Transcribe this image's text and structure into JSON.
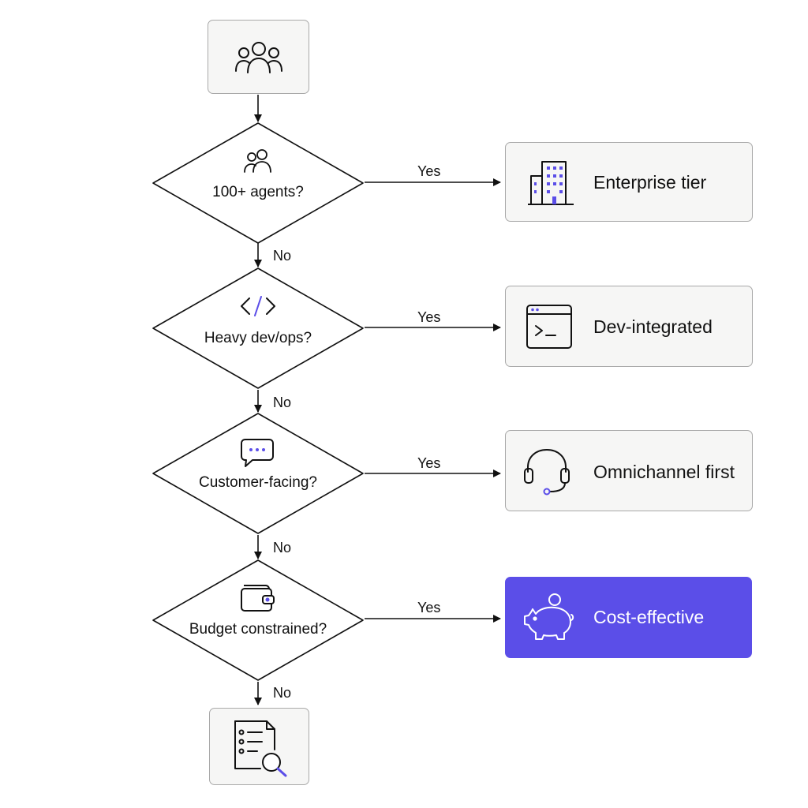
{
  "colors": {
    "accent": "#5b4ee8",
    "stroke": "#111111",
    "box_bg": "#f6f6f5",
    "box_border": "#a9a9a9"
  },
  "start": {
    "icon": "users-group-icon"
  },
  "decisions": [
    {
      "question": "100+ agents?",
      "icon": "users-icon",
      "yes_label": "Yes",
      "no_label": "No",
      "outcome": {
        "label": "Enterprise tier",
        "icon": "building-icon",
        "highlighted": false
      }
    },
    {
      "question": "Heavy dev/ops?",
      "icon": "code-icon",
      "yes_label": "Yes",
      "no_label": "No",
      "outcome": {
        "label": "Dev-integrated",
        "icon": "terminal-icon",
        "highlighted": false
      }
    },
    {
      "question": "Customer-facing?",
      "icon": "chat-bubble-icon",
      "yes_label": "Yes",
      "no_label": "No",
      "outcome": {
        "label": "Omnichannel first",
        "icon": "headset-icon",
        "highlighted": false
      }
    },
    {
      "question": "Budget constrained?",
      "icon": "wallet-icon",
      "yes_label": "Yes",
      "no_label": "No",
      "outcome": {
        "label": "Cost-effective",
        "icon": "piggy-bank-icon",
        "highlighted": true
      }
    }
  ],
  "end": {
    "icon": "checklist-search-icon"
  }
}
